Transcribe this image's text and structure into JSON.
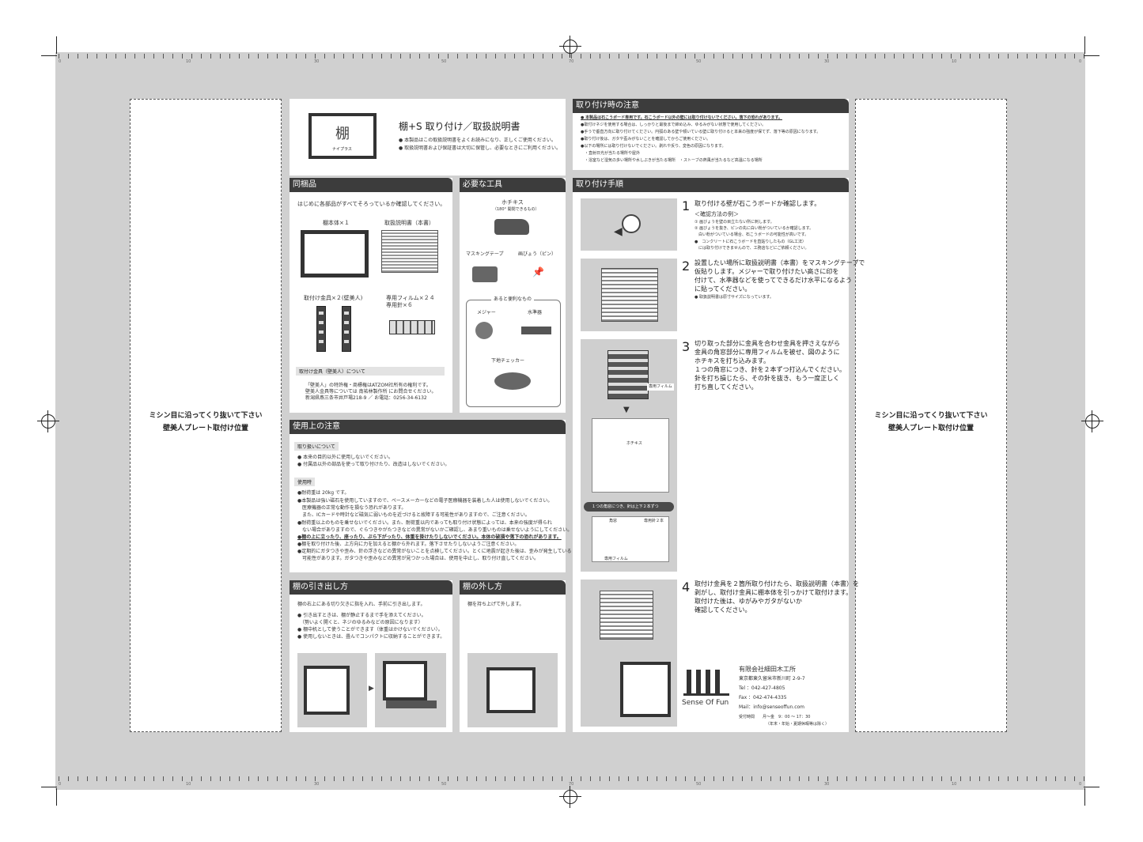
{
  "ruler": {
    "labels": [
      "0",
      "10",
      "30",
      "50",
      "70",
      "50",
      "30",
      "10",
      "0"
    ]
  },
  "side": {
    "line1": "ミシン目に沿ってくり抜いて下さい",
    "line2": "壁美人プレート取付け位置"
  },
  "cover": {
    "logo_text": "ナイプラス",
    "title": "棚+S 取り付け／取扱説明書",
    "notes": [
      "● 本製品はこの取扱説明書をよくお読みになり、正しくご使用ください。",
      "● 取扱説明書および保証書は大切に保管し、必要なときにご利用ください。"
    ]
  },
  "contents": {
    "header": "同梱品",
    "intro": "はじめに各部品がすべてそろっているか確認してください。",
    "item1": "棚本体×１",
    "item2": "取扱説明書（本書）",
    "item3": "取付け金具×２(壁美人)",
    "item4a": "専用フィルム×２４",
    "item4b": "専用針×６",
    "about_label": "取付け金具（壁美人）について",
    "about_lines": [
      "「壁美人」の特許権・商標権はATZOM社所有の権利です。",
      "壁美人金具等については 南祐林製作所 にお問合せください。",
      "新潟県燕三条市井戸場218-9 ／ お電話：0256-34-6132"
    ]
  },
  "tools": {
    "header": "必要な工具",
    "stapler": "ホチキス",
    "stapler_note": "（180° 開閉できるもの）",
    "tape": "マスキングテープ",
    "pin": "画びょう（ピン）",
    "useful": "あると便利なもの",
    "measure": "メジャー",
    "level": "水準器",
    "checker": "下地チェッカー"
  },
  "usage": {
    "header": "使用上の注意",
    "handling_label": "取り扱いについて",
    "handling": [
      "● 本来の目的以外に使用しないでください。",
      "● 付属品以外の部品を使って取り付けたり、改造はしないでください。"
    ],
    "use_label": "使用時",
    "use_lines": [
      "●耐荷重は 20kg です。",
      "●本製品は強い磁石を使用していますので、ペースメーカーなどの電子医療機器を装着した人は使用しないでください。",
      "　医療機器の正常な動作を損なう恐れがあります。",
      "　また、ICカードや時計など磁気に弱いものを近づけると故障する可能性がありますので、ご注意ください。",
      "●耐荷重以上のものを乗せないでください。また、耐荷重以内であっても取り付け状態によっては、本来の強度が得られ",
      "　ない場合がありますので、ぐらつきやがたつきなどの異常がないかご確認し、あまり重いものは乗せないようにしてください。",
      "●棚の上に立ったり、座ったり、ぶら下がったり、体重を掛けたりしないでください。本体の破損や落下の恐れがあります。",
      "●棚を取り付けた後、上方向に力を加えると棚から外れます。落下させたりしないようご注意ください。",
      "●定期的にガタつきや歪み、針の浮きなどの異常がないことを点検してください。とくに地震が起きた後は、歪みが発生している",
      "　可能性があります。ガタつきや歪みなどの異常が見つかった場合は、使用を中止し、取り付け直してください。"
    ]
  },
  "pullout": {
    "header": "棚の引き出し方",
    "lines": [
      "棚の右上にある切り欠きに指を入れ、手前に引き出します。",
      "● 引き出すときは、棚が静止するまで手を添えてください。",
      "　（勢いよく開くと、ネジのゆるみなどの原因になります）",
      "● 棚中机として使うことができます（体重はかけないでください）。",
      "● 使用しないときは、畳んでコンパクトに収納することができます。"
    ]
  },
  "removal": {
    "header": "棚の外し方",
    "line": "棚を持ち上げて外します。"
  },
  "caution": {
    "header": "取り付け時の注意",
    "lines": [
      "● 本製品は石こうボード専用です。石こうボード以外の壁には取り付けないでください。落下の恐れがあります。",
      "●取付けネジを使用する場合は、しっかりと最後まで締め込み、ゆるみがない状態で使用してください。",
      "●手うで垂直方向に取り付けてください。円弧のある壁や傾いている壁に取り付けると本来の強度が保てず、落下等の原因になります。",
      "●取り付け後は、ガタや歪みがないことを確認してからご使用ください。",
      "●以下の場所には取り付けないでください。剥れや反り、変色の原因になります。",
      "　・直射日光が当たる場所や屋外",
      "　・浴室など湿気の多い場所や水しぶきが当たる場所　・ストーブの熱風が当たるなど高温になる場所"
    ]
  },
  "steps": {
    "header": "取り付け手順",
    "s1_num": "1",
    "s1_title": "取り付ける壁が石こうボードか確認します。",
    "s1_lines": [
      "＜確認方法の例＞",
      "① 画びょうを壁の目立たない所に刺します。",
      "② 画びょうを抜き、ピンの先に白い粉がついているか確認します。",
      "　白い粉がついている場合、石こうボードの可能性が高いです。",
      "●　コンクリートに石こうボードを直貼りしたもの（GL工法）",
      "　には取り付けできませんので、工務店などにご依頼ください。"
    ],
    "s2_num": "2",
    "s2_lines": [
      "設置したい場所に取扱説明書（本書）をマスキングテープで",
      "仮貼りします。メジャーで取り付けたい高さに印を",
      "付けて、水準器などを使ってできるだけ水平になるよう",
      "に貼ってください。"
    ],
    "s2_note": "● 取扱説明書は原寸サイズになっています。",
    "s3_num": "3",
    "s3_lines": [
      "切り取った部分に金具を合わせ金具を押さえながら",
      "金具の角窓部分に専用フィルムを被せ、図のように",
      "ホチキスを打ち込みます。",
      "１つの角窓につき、針を２本ずつ打込んでください。",
      "針を打ち損じたら、その針を抜き、もう一度正しく",
      "打ち直してください。"
    ],
    "s3_film": "専用フィルム",
    "s3_stapler": "ホチキス",
    "s3_banner": "１つの角窓につき、針は上下２本ずつ",
    "s3_corner": "角窓",
    "s3_needle": "専用針２本",
    "s3_film2": "専用フィルム",
    "s4_num": "4",
    "s4_lines": [
      "取付け金具を２箇所取り付けたら、取扱説明書（本書）を",
      "剥がし、取付け金具に棚本体を引っかけて取付けます。",
      "取付けた後は、ゆがみやガタがないか",
      "確認してください。"
    ]
  },
  "company": {
    "brand": "Sense Of Fun",
    "name": "有限会社細田木工所",
    "address": "東京都東久留米市新川町 2-9-7",
    "tel": "Tel ：042-427-4805",
    "fax": "Fax ：042-474-4335",
    "mail": "Mail：info@senseoffun.com",
    "hours": "受付時間　　月～金　9：00 ～ 17：30",
    "hours_note": "（年末・年始・夏期休暇等は除く）"
  }
}
